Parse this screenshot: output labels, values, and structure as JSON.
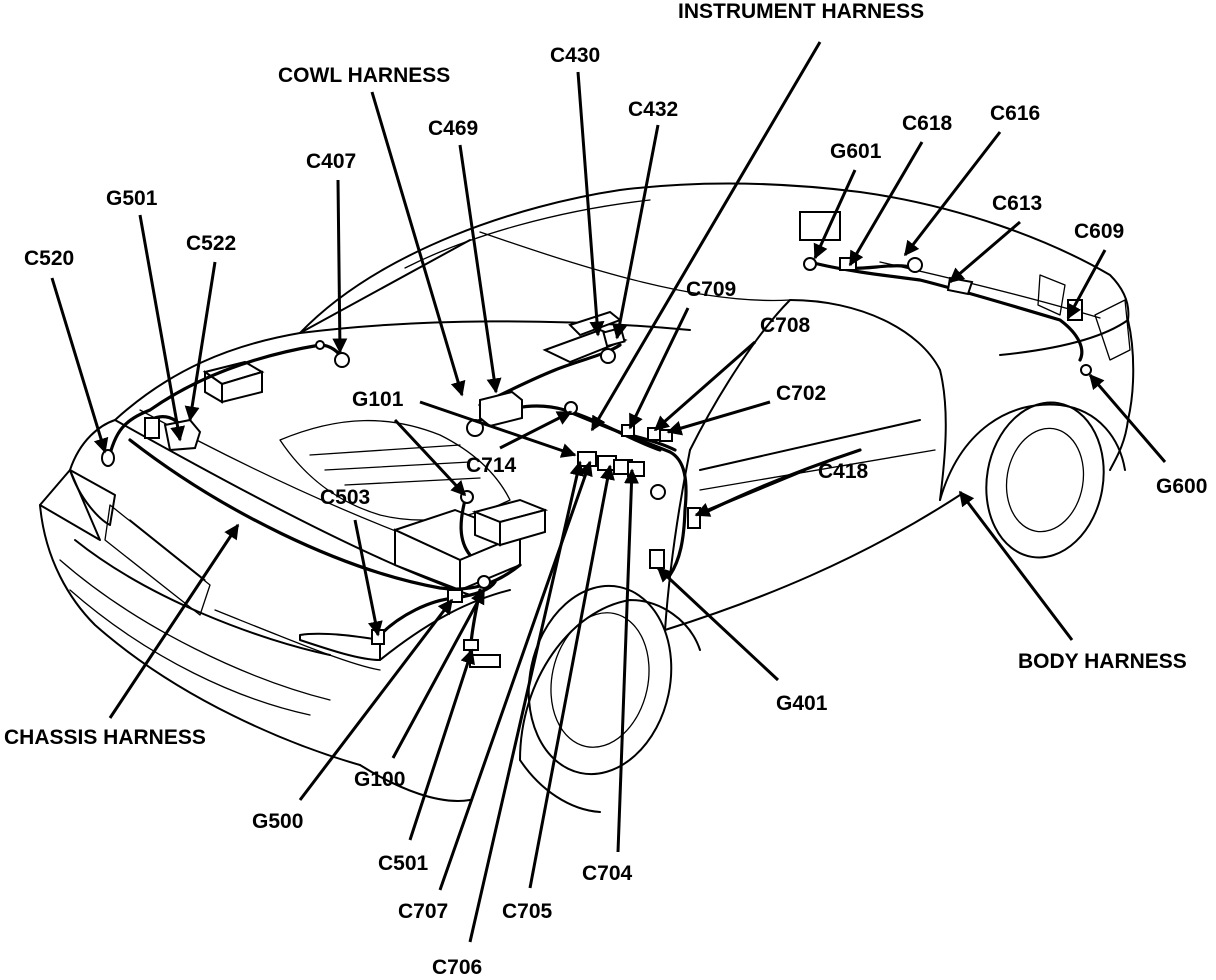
{
  "harnesses": {
    "instrument": "INSTRUMENT HARNESS",
    "cowl": "COWL HARNESS",
    "chassis": "CHASSIS HARNESS",
    "body": "BODY HARNESS"
  },
  "connectors": {
    "c430": "C430",
    "c432": "C432",
    "c469": "C469",
    "c407": "C407",
    "g501": "G501",
    "c522": "C522",
    "c520": "C520",
    "g601": "G601",
    "c618": "C618",
    "c616": "C616",
    "c613": "C613",
    "c609": "C609",
    "c709": "C709",
    "c708": "C708",
    "c702": "C702",
    "g101": "G101",
    "c714": "C714",
    "c418": "C418",
    "g600": "G600",
    "c503": "C503",
    "g401": "G401",
    "g100": "G100",
    "g500": "G500",
    "c501": "C501",
    "c707": "C707",
    "c705": "C705",
    "c704": "C704",
    "c706": "C706"
  }
}
